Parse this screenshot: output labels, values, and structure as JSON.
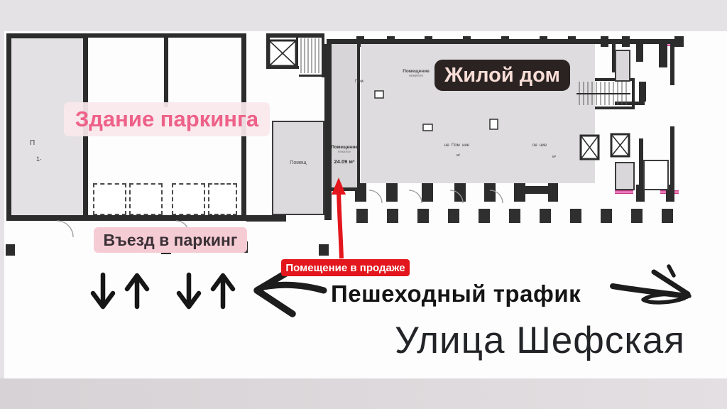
{
  "labels": {
    "parking_building": "Здание паркинга",
    "residential_building": "Жилой дом",
    "parking_entrance": "Въезд в паркинг",
    "sale_badge": "Помещение в продаже",
    "pedestrian_traffic": "Пешеходный трафик",
    "street_name": "Улица Шефская"
  },
  "plan_texts": {
    "parking_room_letter": "П",
    "parking_room_number": "1·",
    "parking_inner_room": "Помещ",
    "sale_room_title": "Помещение",
    "sale_room_subtitle": "нежилое",
    "sale_room_area": "24.09 м²",
    "res_room_title": "Помещение",
    "res_room_subtitle": "нежилое",
    "res_room_abbr": "Пом",
    "res_fragment_left": "не  Пом  ние",
    "res_fragment_left_unit": "м²",
    "res_fragment_right": "ое  ние",
    "res_fragment_right_unit": "м²"
  },
  "colors": {
    "wall": "#2c2c2c",
    "window_pink": "#e0519a",
    "accent_pink_text": "#ee6188",
    "accent_pink_bg": "#fae8eb",
    "entrance_bg": "#f6ccd4",
    "sale_red": "#e2161c",
    "residential_label_bg": "#2a2322",
    "residential_label_text": "#f8ddd6",
    "street_text": "#232427"
  }
}
